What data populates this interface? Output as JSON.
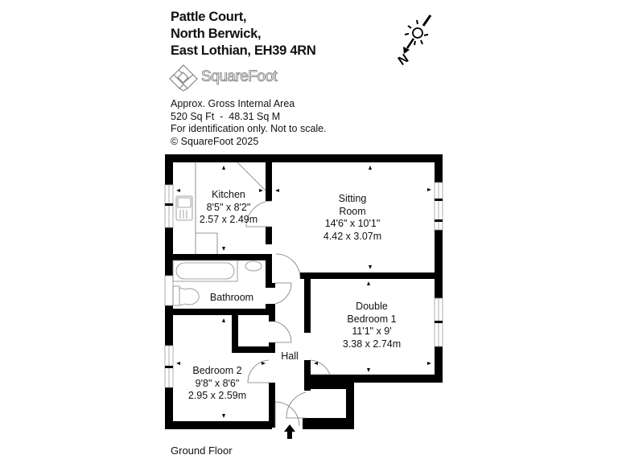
{
  "header": {
    "address_lines": [
      "Pattle Court,",
      "North Berwick,",
      "East Lothian, EH39 4RN"
    ],
    "brand": "SquareFoot"
  },
  "info": {
    "area_title": "Approx. Gross Internal Area",
    "area_value": "520 Sq Ft  -  48.31 Sq M",
    "disclaimer": "For identification only. Not to scale.",
    "copyright": "© SquareFoot 2025"
  },
  "compass": {
    "icon": "north-arrow-sun-icon",
    "label": "N"
  },
  "rooms": {
    "kitchen": {
      "name": "Kitchen",
      "imperial": "8'5\" x 8'2\"",
      "metric": "2.57 x 2.49m"
    },
    "sitting": {
      "name_1": "Sitting",
      "name_2": "Room",
      "imperial": "14'6\" x 10'1\"",
      "metric": "4.42 x 3.07m"
    },
    "bathroom": {
      "name": "Bathroom"
    },
    "bedroom1": {
      "name_1": "Double",
      "name_2": "Bedroom 1",
      "imperial": "11'1\" x 9'",
      "metric": "3.38 x 2.74m"
    },
    "bedroom2": {
      "name": "Bedroom 2",
      "imperial": "9'8\" x 8'6\"",
      "metric": "2.95 x 2.59m"
    },
    "hall": {
      "name": "Hall"
    }
  },
  "footer": {
    "floor_label": "Ground Floor"
  },
  "colors": {
    "wall": "#000000",
    "fixture": "#888888",
    "brand_outline": "#777777"
  }
}
